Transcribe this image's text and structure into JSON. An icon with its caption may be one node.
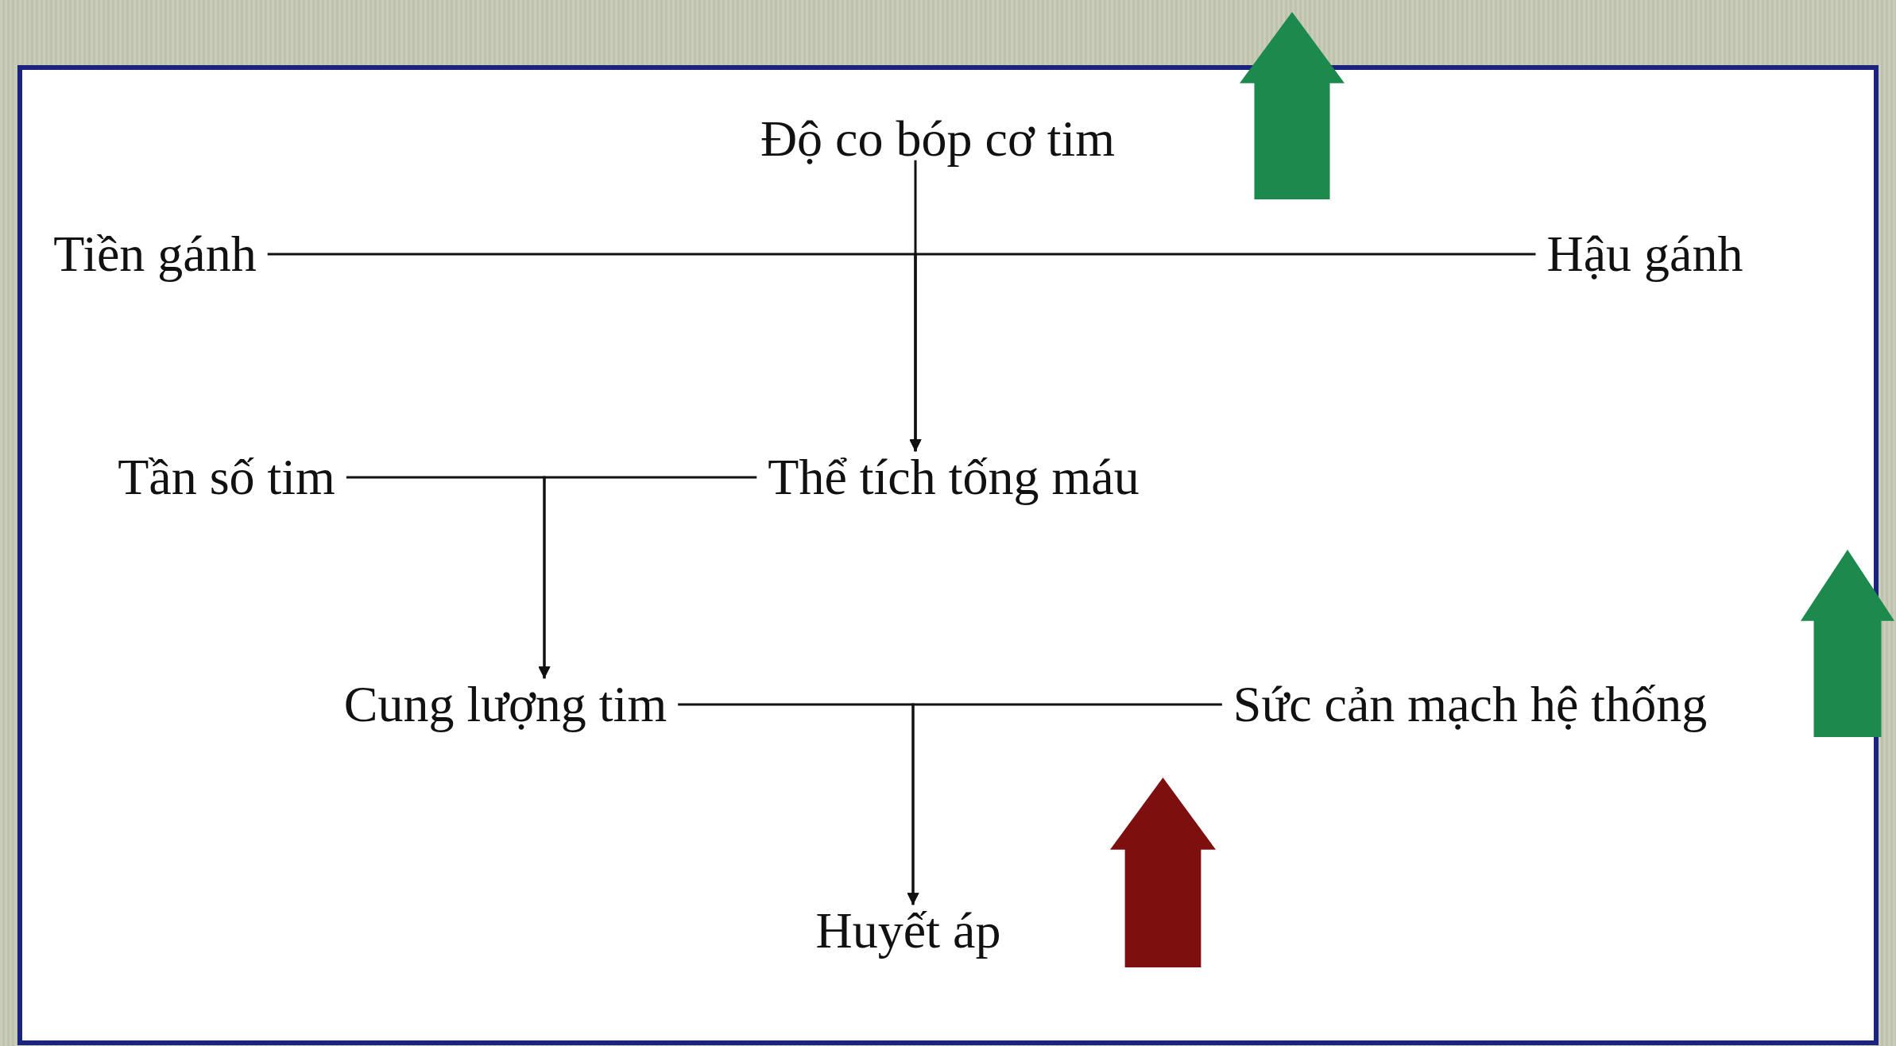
{
  "diagram": {
    "nodes": [
      {
        "text": [
          "Độ co bóp cơ tim"
        ]
      },
      {
        "text": [
          "Tiền gánh"
        ]
      },
      {
        "text": [
          "Hậu gánh"
        ]
      },
      {
        "text": [
          "Tần số tim"
        ]
      },
      {
        "text": [
          "Thể tích tống máu"
        ]
      },
      {
        "text": [
          "Cung lượng tim"
        ]
      },
      {
        "text": [
          "Sức cản mạch hệ thống"
        ]
      },
      {
        "text": [
          "Huyết áp"
        ]
      }
    ],
    "edges": [
      {
        "from": 0,
        "to": 4,
        "arrow": "to"
      },
      {
        "from": 1,
        "to": 4,
        "arrow": "to"
      },
      {
        "from": 2,
        "to": 4,
        "arrow": "to"
      },
      {
        "from": 3,
        "to": 5,
        "arrow": "to"
      },
      {
        "from": 4,
        "to": 5,
        "arrow": "to"
      },
      {
        "from": 5,
        "to": 7,
        "arrow": "to"
      },
      {
        "from": 6,
        "to": 7,
        "arrow": "to"
      }
    ]
  }
}
